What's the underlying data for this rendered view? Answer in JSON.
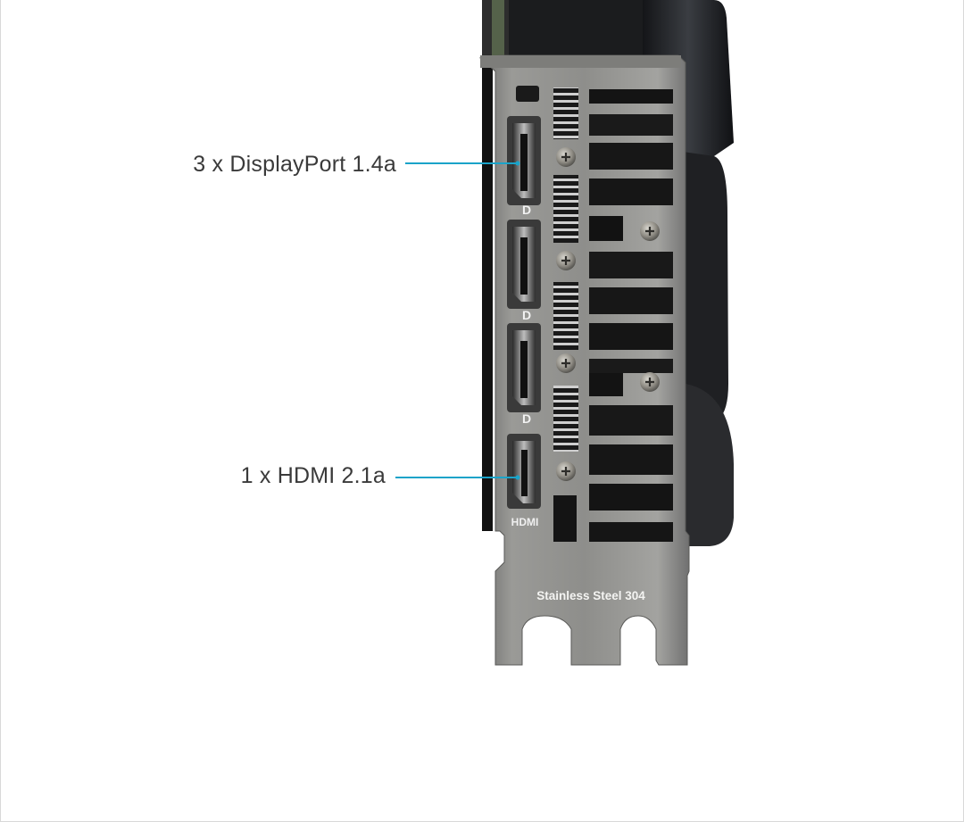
{
  "callouts": {
    "displayport": "3 x DisplayPort 1.4a",
    "hdmi": "1 x HDMI 2.1a"
  },
  "bracket": {
    "material_text": "Stainless Steel 304",
    "hdmi_port_label": "HDMI"
  },
  "colors": {
    "callout_line": "#1aa3c9",
    "background": "#ffffff",
    "bracket_steel": "#8c8c8a"
  }
}
